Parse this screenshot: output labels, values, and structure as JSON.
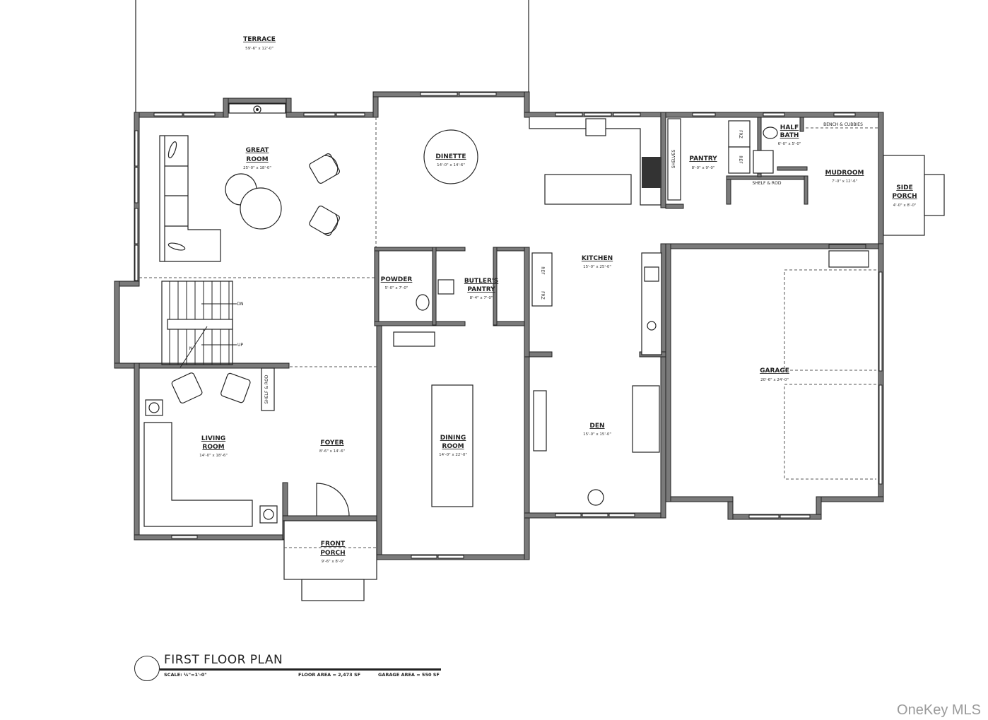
{
  "plan": {
    "title": "FIRST FLOOR PLAN",
    "scale": "SCALE: ¼\"=1'-0\"",
    "floor_area": "FLOOR AREA = 2,473 SF",
    "garage_area": "GARAGE AREA = 550 SF"
  },
  "rooms": {
    "terrace": {
      "name": "TERRACE",
      "dims": "59'-6\" x 12'-0\""
    },
    "great_room": {
      "name_1": "GREAT",
      "name_2": "ROOM",
      "dims": "25'-0\" x 18'-0\""
    },
    "dinette": {
      "name": "DINETTE",
      "dims": "14'-0\" x 14'-6\""
    },
    "pantry": {
      "name": "PANTRY",
      "dims": "8'-0\" x 9'-0\""
    },
    "half_bath": {
      "name_1": "HALF",
      "name_2": "BATH",
      "dims": "6'-0\" x 5'-0\""
    },
    "mudroom": {
      "name": "MUDROOM",
      "dims": "7'-0\" x 12'-6\""
    },
    "side_porch": {
      "name_1": "SIDE",
      "name_2": "PORCH",
      "dims": "4'-0\" x 8'-0\""
    },
    "powder": {
      "name": "POWDER",
      "dims": "5'-0\" x 7'-0\""
    },
    "butlers_pantry": {
      "name_1": "BUTLER'S",
      "name_2": "PANTRY",
      "dims": "8'-4\" x 7'-0\""
    },
    "kitchen": {
      "name": "KITCHEN",
      "dims": "15'-0\" x 25'-0\""
    },
    "garage": {
      "name": "GARAGE",
      "dims": "20'-6\" x 24'-0\""
    },
    "living_room": {
      "name_1": "LIVING",
      "name_2": "ROOM",
      "dims": "14'-0\" x 18'-6\""
    },
    "foyer": {
      "name": "FOYER",
      "dims": "8'-6\" x 14'-6\""
    },
    "dining_room": {
      "name_1": "DINING",
      "name_2": "ROOM",
      "dims": "14'-0\" x 22'-0\""
    },
    "den": {
      "name": "DEN",
      "dims": "15'-0\" x 15'-0\""
    },
    "front_porch": {
      "name_1": "FRONT",
      "name_2": "PORCH",
      "dims": "9'-6\" x 8'-0\""
    }
  },
  "annotations": {
    "shelves": "SHELVES",
    "shelf_rod": "SHELF & ROD",
    "shelf_rod_closet": "SHELF & ROD",
    "bench_cubbies": "BENCH & CUBBIES",
    "frz": "FRZ",
    "ref": "REF",
    "stair_dn": "DN",
    "stair_up": "UP",
    "stair_break": "N"
  },
  "watermark": "OneKey MLS"
}
